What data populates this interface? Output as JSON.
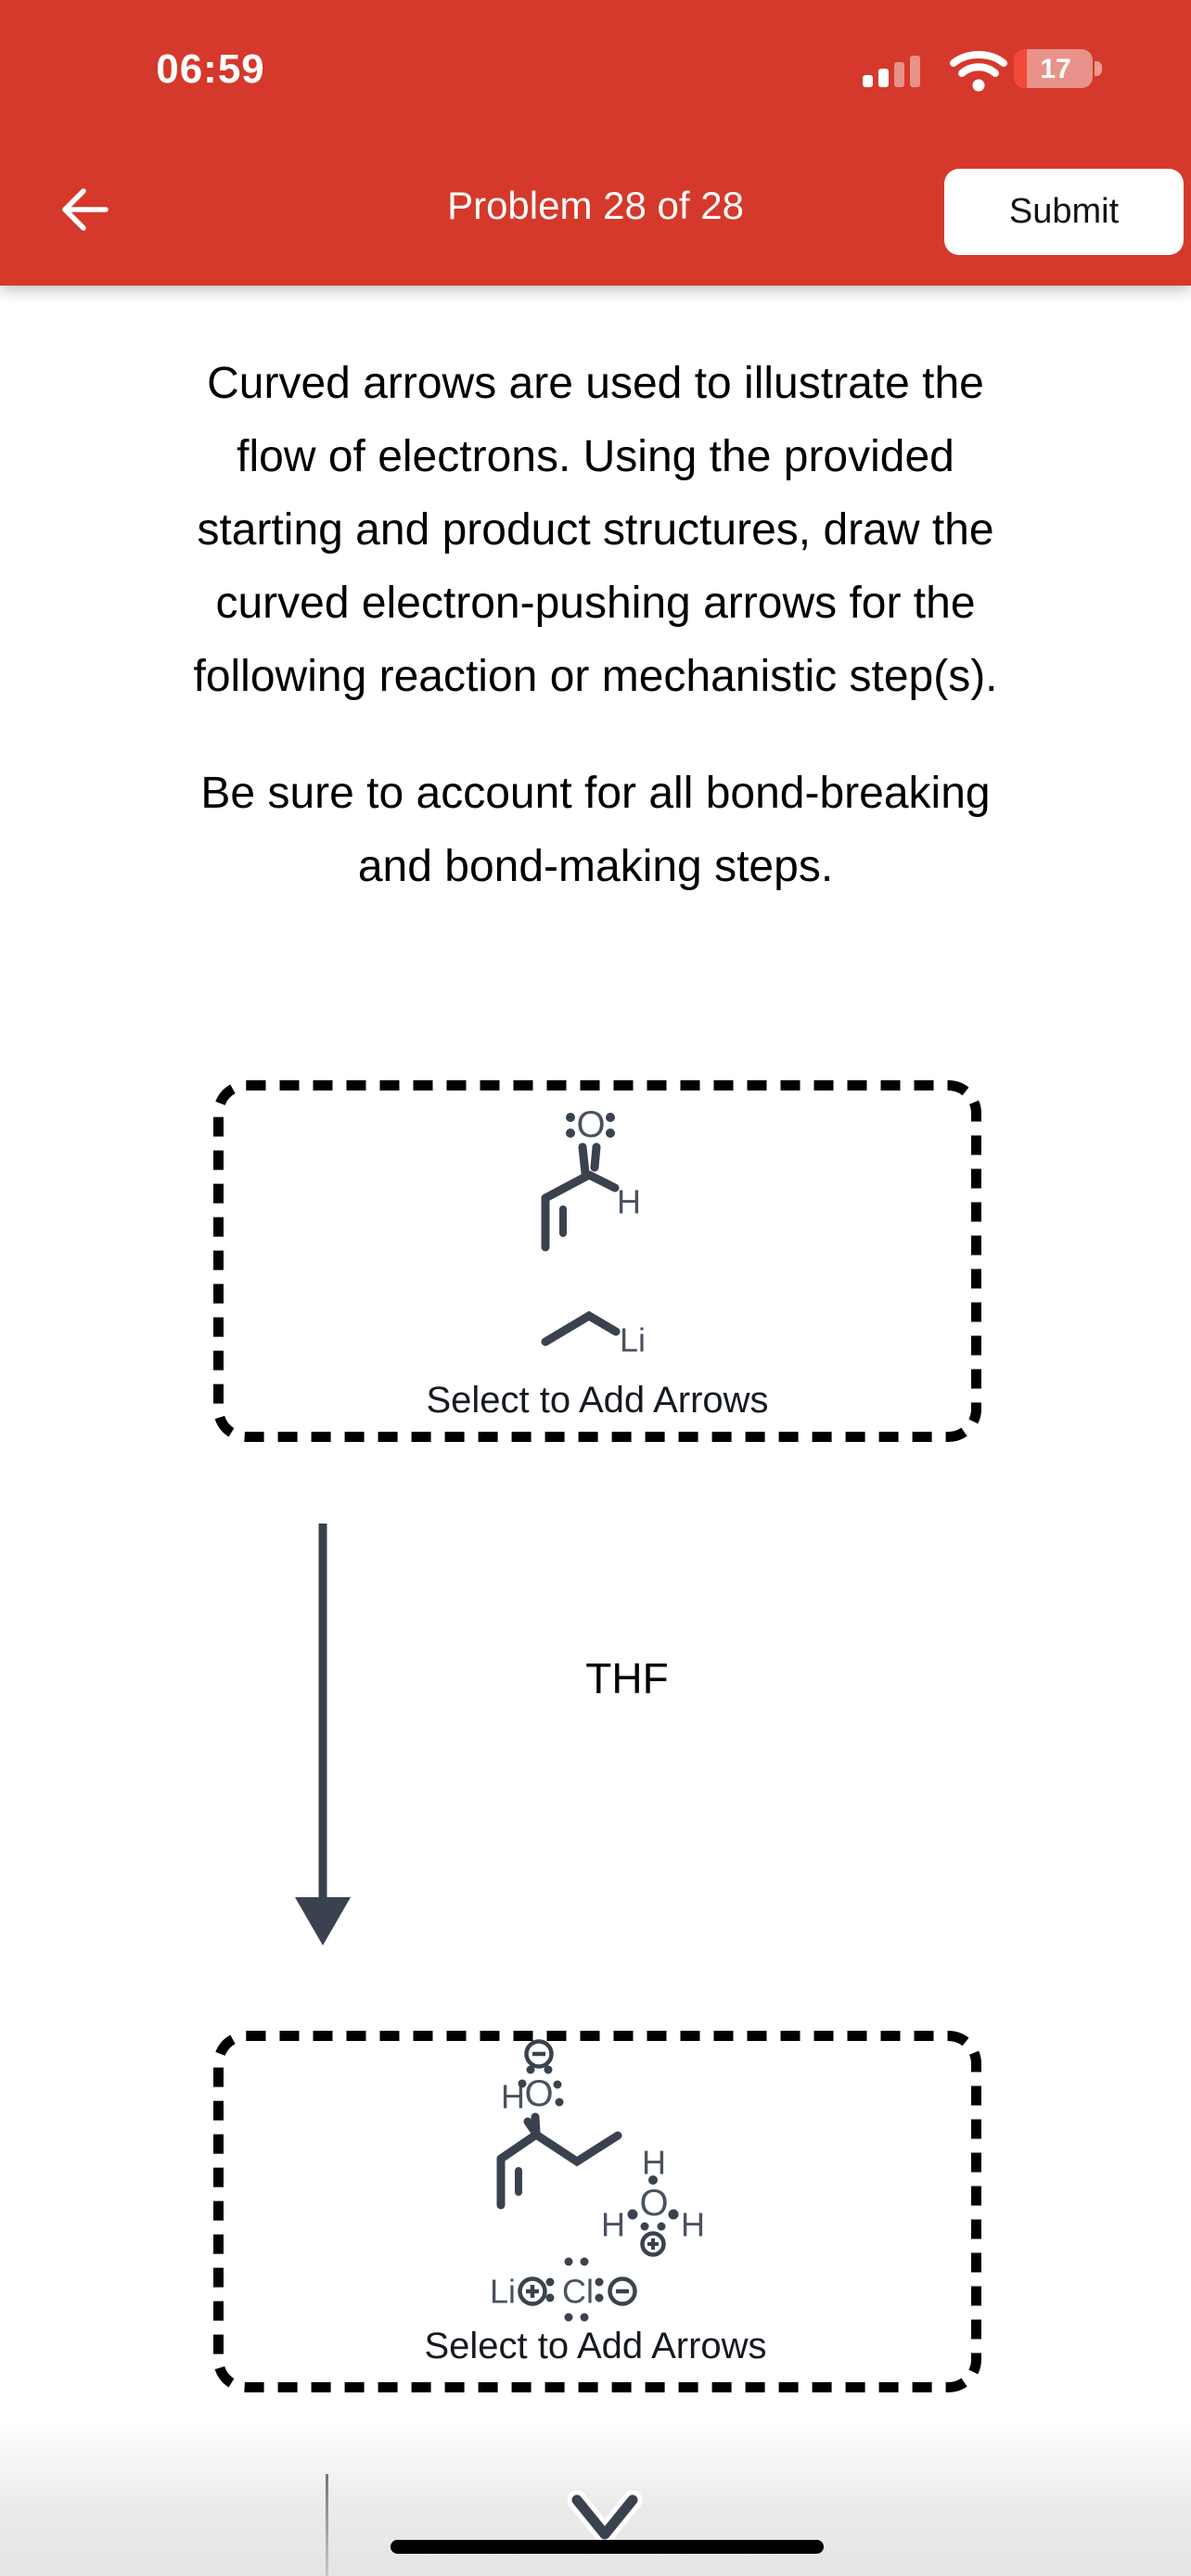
{
  "status_bar": {
    "time": "06:59",
    "battery_level": "17"
  },
  "header": {
    "title": "Problem 28 of 28",
    "submit_label": "Submit"
  },
  "instructions": {
    "p1_lines": [
      "Curved arrows are used to illustrate the",
      "flow of electrons. Using the provided",
      "starting and product structures, draw the",
      "curved electron-pushing arrows for the",
      "following reaction or mechanistic step(s)."
    ],
    "p2_lines": [
      "Be sure to account for all bond-breaking",
      "and bond-making steps."
    ]
  },
  "reaction": {
    "solvent": "THF",
    "reactant_box": {
      "hint": "Select to Add Arrows",
      "atoms": {
        "carbonyl_o": "O",
        "aldehyde_h": "H",
        "lithium": "Li"
      }
    },
    "product_box": {
      "hint": "Select to Add Arrows",
      "atoms": {
        "carbinol_h": "H",
        "alkoxide_o": "O",
        "water_h_top": "H",
        "water_o": "O",
        "water_h_left": "H",
        "water_h_right": "H",
        "lithium": "Li",
        "chloride": "Cl"
      }
    }
  },
  "icons": {
    "back": "left-arrow",
    "signal": "cellular-signal-2of4",
    "wifi": "wifi-full",
    "battery": "battery-low",
    "minus_charge": "minus-in-circle",
    "plus_charge": "plus-in-circle",
    "chevron": "chevron-down",
    "home": "home-indicator"
  },
  "colors": {
    "header_red": "#D5392B",
    "structure": "#39424E",
    "battery_fill_red": "#F2493B",
    "hint_text": "#151A21"
  }
}
